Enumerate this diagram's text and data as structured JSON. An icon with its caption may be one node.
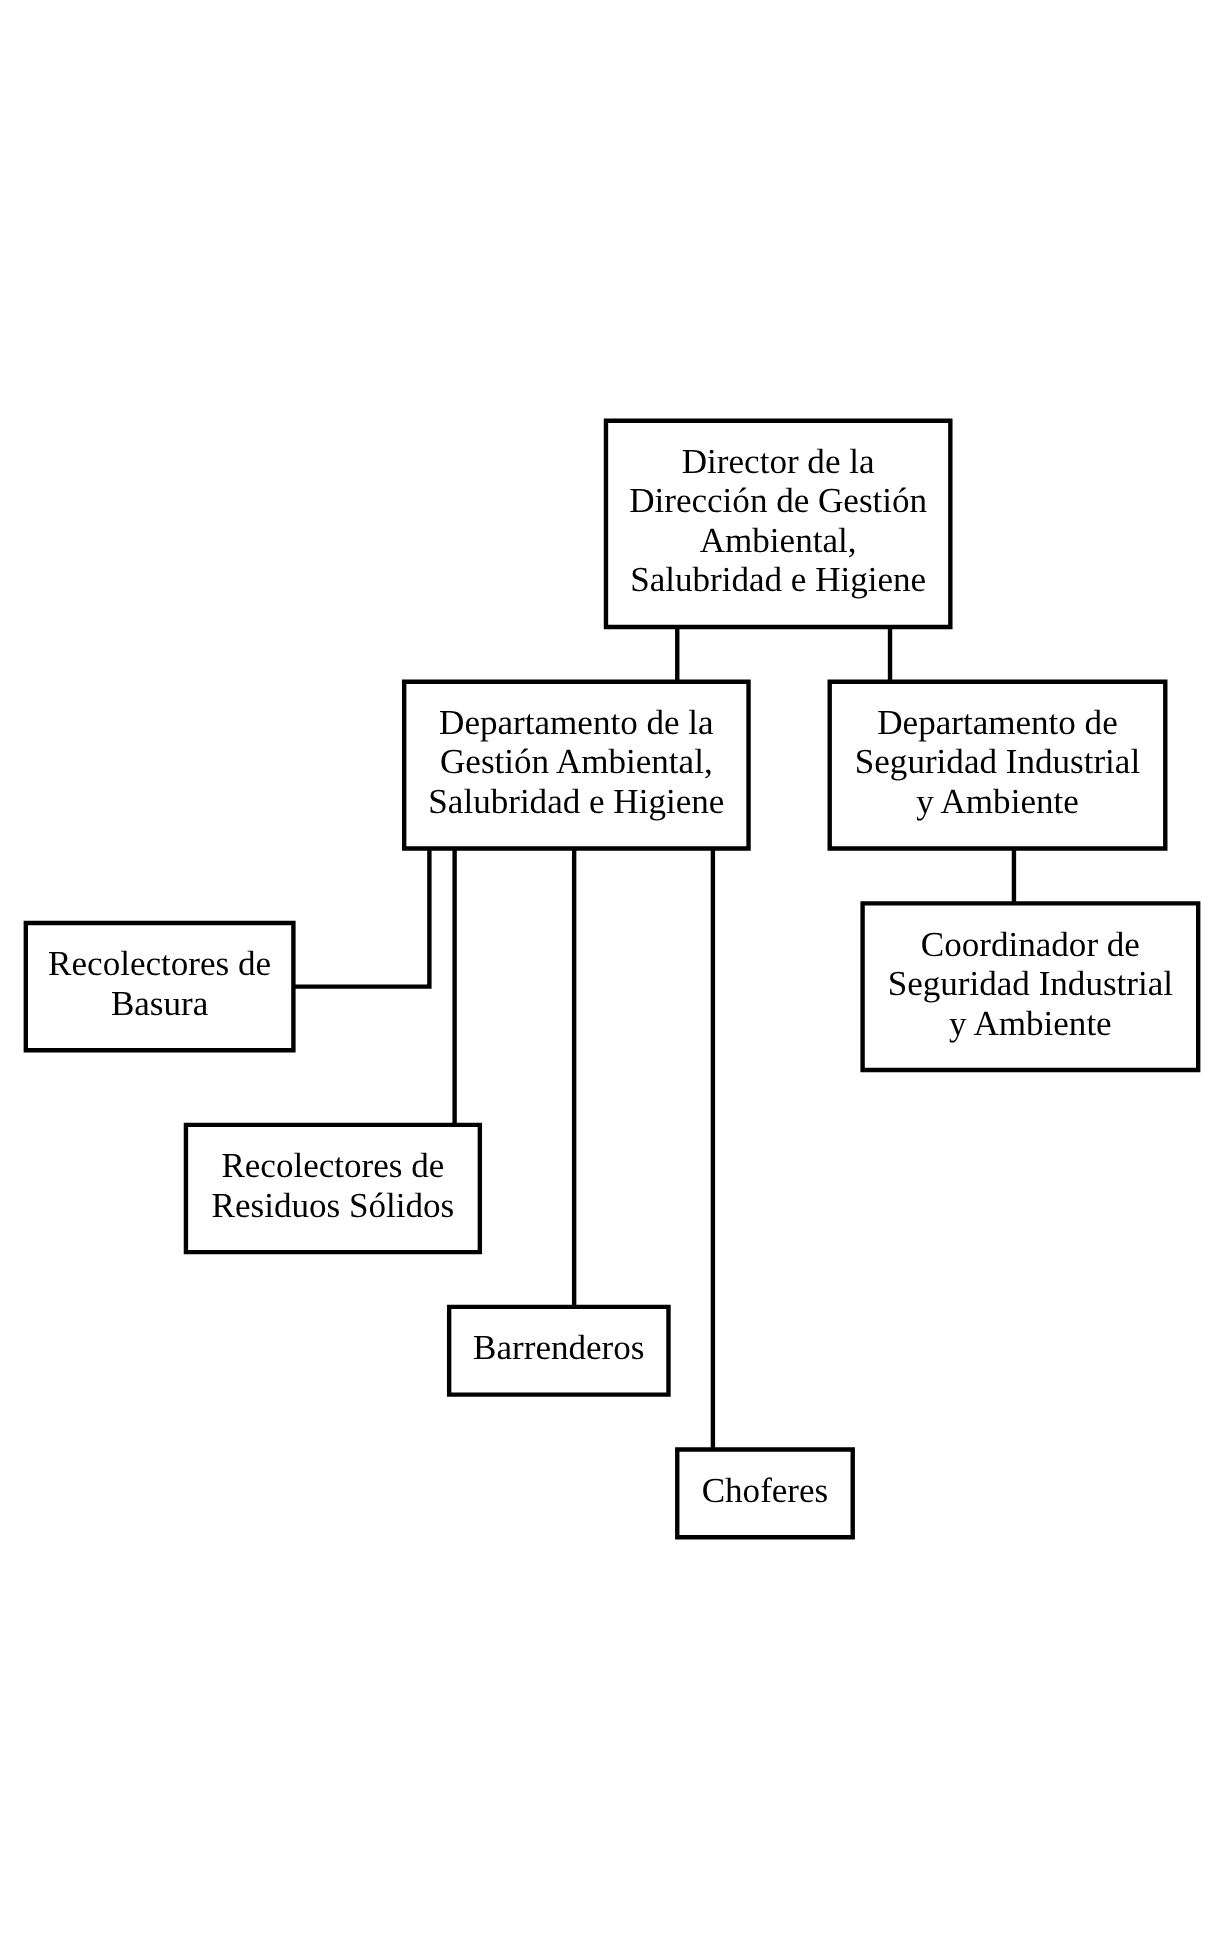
{
  "diagram": {
    "nodes": [
      {
        "text": [
          "Director de la Dirección de Gestión Ambiental, Salubridad e Higiene"
        ]
      },
      {
        "text": [
          "Departamento de la Gestión Ambiental, Salubridad e Higiene"
        ]
      },
      {
        "text": [
          "Departamento de Seguridad Industrial y Ambiente"
        ]
      },
      {
        "text": [
          "Coordinador de Seguridad Industrial y Ambiente"
        ]
      },
      {
        "text": [
          "Recolectores de Basura"
        ]
      },
      {
        "text": [
          "Recolectores de Residuos Sólidos"
        ]
      },
      {
        "text": [
          "Barrenderos"
        ]
      },
      {
        "text": [
          "Choferes"
        ]
      }
    ],
    "edges": [
      {
        "from": 0,
        "to": 1,
        "arrow": "none"
      },
      {
        "from": 0,
        "to": 2,
        "arrow": "none"
      },
      {
        "from": 2,
        "to": 3,
        "arrow": "none"
      },
      {
        "from": 1,
        "to": 4,
        "arrow": "none"
      },
      {
        "from": 1,
        "to": 5,
        "arrow": "none"
      },
      {
        "from": 1,
        "to": 6,
        "arrow": "none"
      },
      {
        "from": 1,
        "to": 7,
        "arrow": "none"
      }
    ]
  }
}
